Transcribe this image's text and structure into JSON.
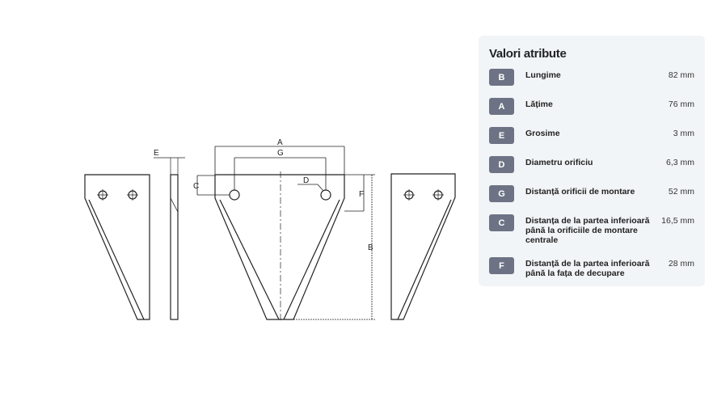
{
  "drawing": {
    "labels": {
      "A": "A",
      "G": "G",
      "E": "E",
      "C": "C",
      "D": "D",
      "F": "F",
      "B": "B"
    }
  },
  "panel": {
    "title": "Valori atribute",
    "rows": [
      {
        "badge": "B",
        "label": "Lungime",
        "value": "82 mm"
      },
      {
        "badge": "A",
        "label": "Lățime",
        "value": "76 mm"
      },
      {
        "badge": "E",
        "label": "Grosime",
        "value": "3 mm"
      },
      {
        "badge": "D",
        "label": "Diametru orificiu",
        "value": "6,3 mm"
      },
      {
        "badge": "G",
        "label": "Distanță orificii de montare",
        "value": "52 mm"
      },
      {
        "badge": "C",
        "label": "Distanța de la partea inferioară până la orificiile de montare centrale",
        "value": "16,5 mm"
      },
      {
        "badge": "F",
        "label": "Distanță de la partea inferioară până la fața de decupare",
        "value": "28 mm"
      }
    ]
  }
}
